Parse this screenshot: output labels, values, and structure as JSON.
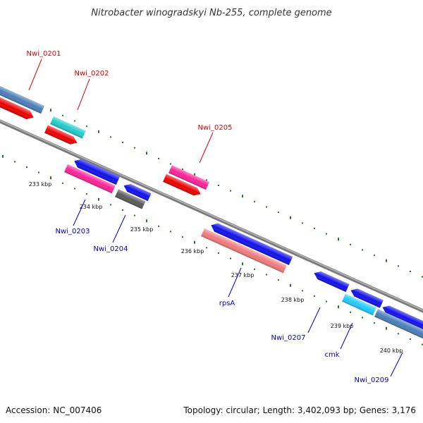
{
  "title": "Nitrobacter winogradskyi Nb-255, complete genome",
  "accession": "Accession: NC_007406",
  "topology": "Topology: circular; Length: 3,402,093 bp; Genes: 3,176",
  "colors": {
    "backbone": "#8a8a8a",
    "ticks": "#1e7a1e",
    "label_red": "#dd0000",
    "label_blue": "#0000bb"
  },
  "ruler": [
    {
      "label": "233 kbp"
    },
    {
      "label": "234 kbp"
    },
    {
      "label": "235 kbp"
    },
    {
      "label": "236 kbp"
    },
    {
      "label": "237 kbp"
    },
    {
      "label": "238 kbp"
    },
    {
      "label": "239 kbp"
    },
    {
      "label": "240 kbp"
    }
  ],
  "features": [
    {
      "id": "f1",
      "color": "#4a7fb8"
    },
    {
      "id": "f2",
      "color": "#ee0000"
    },
    {
      "id": "f3",
      "color": "#22cccc"
    },
    {
      "id": "f4",
      "color": "#ee0000"
    },
    {
      "id": "f5",
      "color": "#ff2299"
    },
    {
      "id": "f6",
      "color": "#ee0000"
    },
    {
      "id": "f7",
      "color": "#1111ee"
    },
    {
      "id": "f8",
      "color": "#ff2299"
    },
    {
      "id": "f9",
      "color": "#1111ee"
    },
    {
      "id": "f10",
      "color": "#5a5a5a"
    },
    {
      "id": "f11",
      "color": "#1111ee"
    },
    {
      "id": "f12",
      "color": "#f07b7b"
    },
    {
      "id": "f13",
      "color": "#1111ee"
    },
    {
      "id": "f14",
      "color": "#1111ee"
    },
    {
      "id": "f15",
      "color": "#1111ee"
    },
    {
      "id": "f16",
      "color": "#22ccff"
    },
    {
      "id": "f17",
      "color": "#4a7fb8"
    }
  ],
  "gene_labels": [
    {
      "id": "l1",
      "text": "Nwi_0201",
      "color": "#dd0000"
    },
    {
      "id": "l2",
      "text": "Nwi_0202",
      "color": "#dd0000"
    },
    {
      "id": "l3",
      "text": "Nwi_0205",
      "color": "#dd0000"
    },
    {
      "id": "l4",
      "text": "Nwi_0203",
      "color": "#0000bb"
    },
    {
      "id": "l5",
      "text": "Nwi_0204",
      "color": "#0000bb"
    },
    {
      "id": "l6",
      "text": "rpsA",
      "color": "#0000bb"
    },
    {
      "id": "l7",
      "text": "Nwi_0207",
      "color": "#0000bb"
    },
    {
      "id": "l8",
      "text": "cmk",
      "color": "#0000bb"
    },
    {
      "id": "l9",
      "text": "Nwi_0209",
      "color": "#0000bb"
    }
  ]
}
